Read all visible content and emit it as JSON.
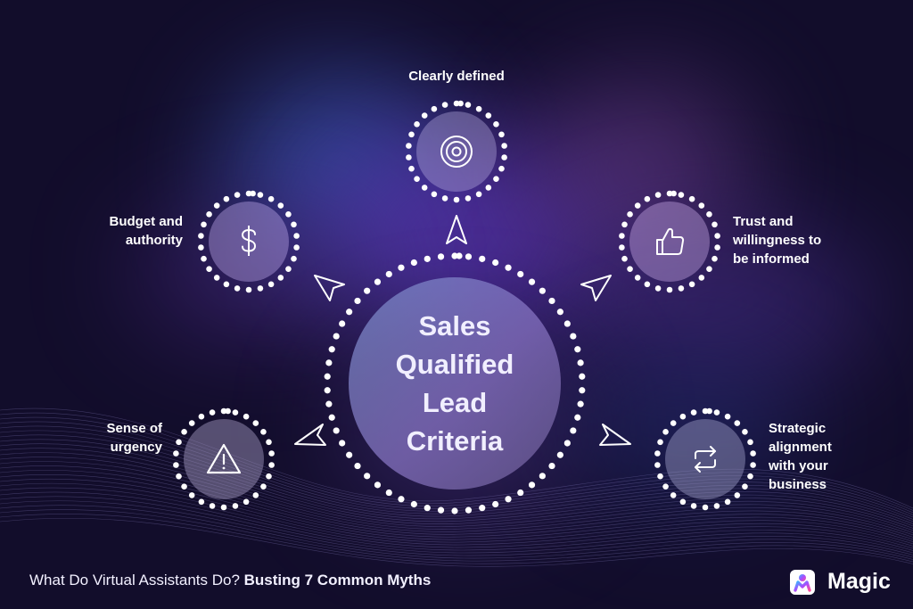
{
  "diagram": {
    "center": {
      "title_lines": [
        "Sales",
        "Qualified",
        "Lead",
        "Criteria"
      ]
    },
    "nodes": [
      {
        "id": "clearly-defined",
        "icon": "target-icon",
        "label_lines": [
          "Clearly defined"
        ]
      },
      {
        "id": "budget-authority",
        "icon": "dollar-icon",
        "label_lines": [
          "Budget and",
          "authority"
        ]
      },
      {
        "id": "trust-willingness",
        "icon": "thumbs-up-icon",
        "label_lines": [
          "Trust and",
          "willingness to",
          "be informed"
        ]
      },
      {
        "id": "sense-urgency",
        "icon": "warning-icon",
        "label_lines": [
          "Sense of",
          "urgency"
        ]
      },
      {
        "id": "strategic-alignment",
        "icon": "repeat-icon",
        "label_lines": [
          "Strategic",
          "alignment",
          "with your",
          "business"
        ]
      }
    ]
  },
  "footer": {
    "prefix": "What Do Virtual Assistants Do?",
    "emphasis": "Busting 7 Common Myths"
  },
  "brand": {
    "name": "Magic",
    "logo_icon": "magic-logo-icon"
  },
  "colors": {
    "background": "#120d2b",
    "text": "#ffffff",
    "dot": "#ffffff",
    "disc": "#9a8cc8",
    "brand_gradient": [
      "#3bb5ff",
      "#a64dff",
      "#ff4d9e"
    ]
  }
}
